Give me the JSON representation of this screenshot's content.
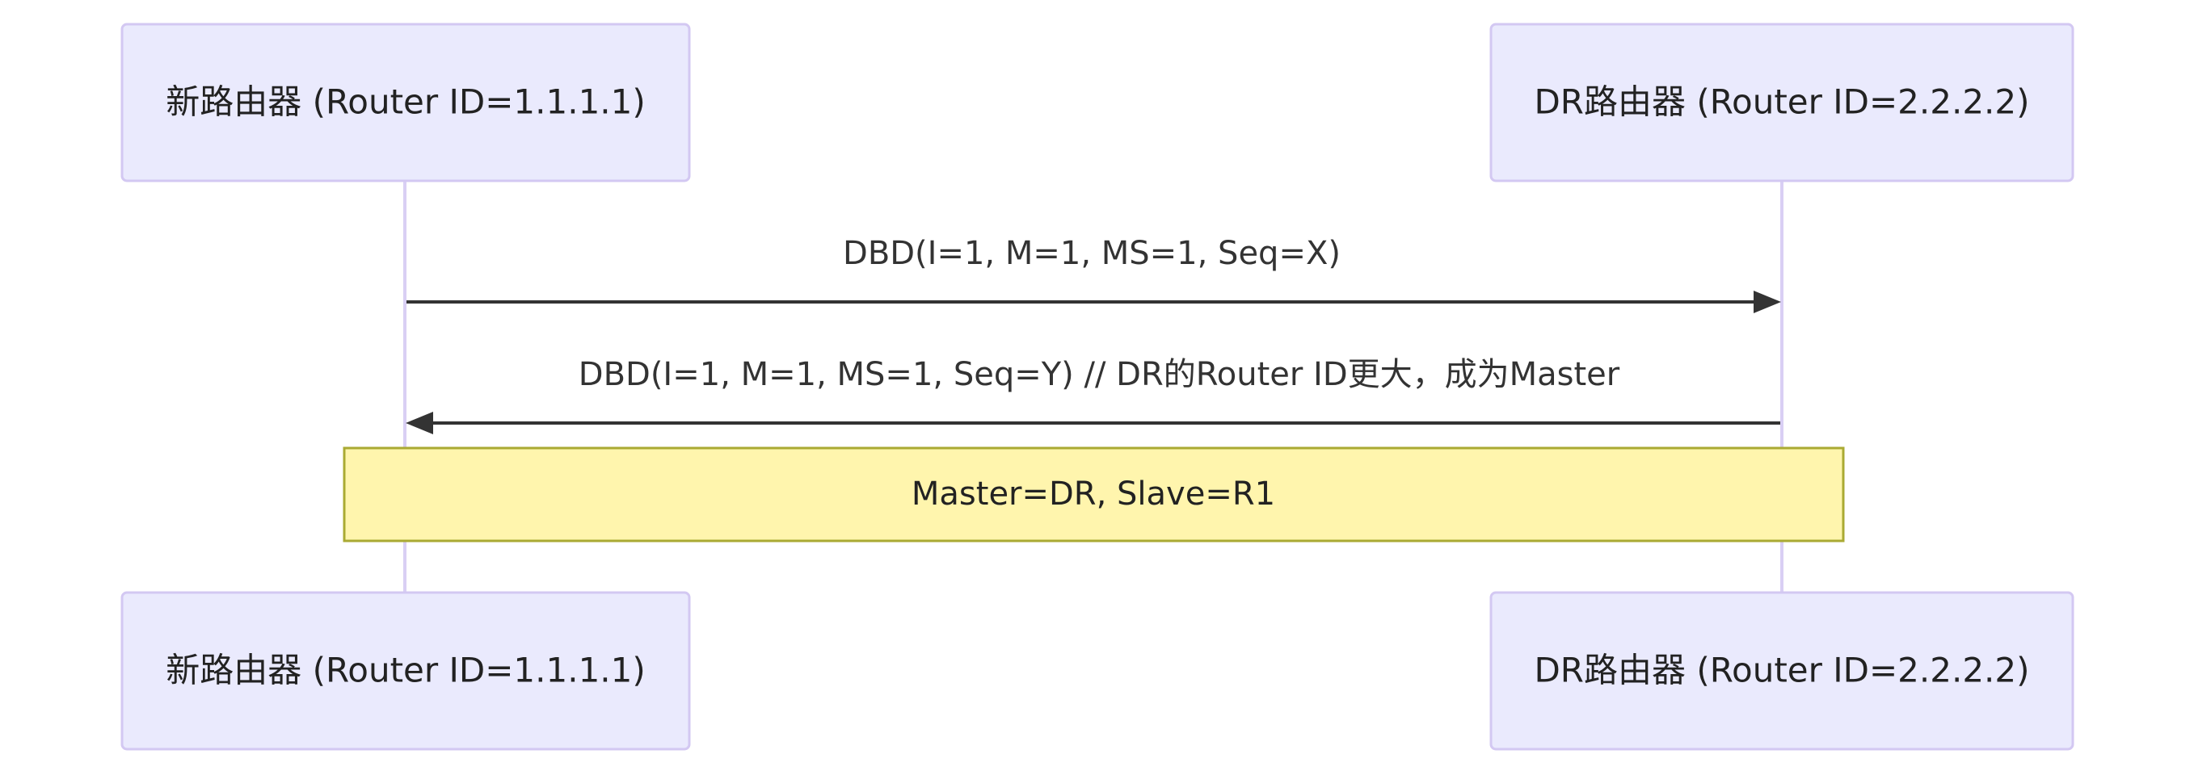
{
  "participants": {
    "new_router": {
      "label": "新路由器 (Router ID=1.1.1.1)"
    },
    "dr_router": {
      "label": "DR路由器 (Router ID=2.2.2.2)"
    }
  },
  "messages": [
    {
      "from": "new_router",
      "to": "dr_router",
      "label": "DBD(I=1, M=1, MS=1, Seq=X)"
    },
    {
      "from": "dr_router",
      "to": "new_router",
      "label": "DBD(I=1, M=1, MS=1, Seq=Y) // DR的Router ID更大，成为Master"
    }
  ],
  "note": {
    "label": "Master=DR, Slave=R1"
  },
  "colors": {
    "actor_fill": "#eaeafd",
    "actor_border": "#d3c8f2",
    "note_fill": "#fff5ad",
    "note_border": "#aaaa33",
    "arrow": "#333333"
  }
}
